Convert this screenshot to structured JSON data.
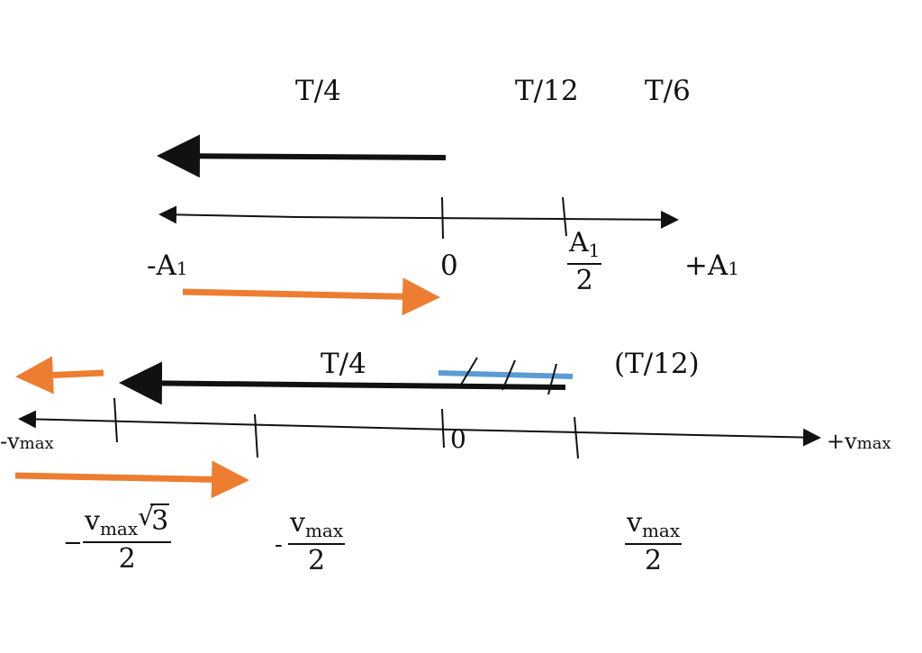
{
  "top_diagram": {
    "time_labels": [
      "T/4",
      "T/12",
      "T/6"
    ],
    "axis_left_label": "-A",
    "axis_left_sub": "1",
    "axis_zero_label": "0",
    "axis_right_label": "+A",
    "axis_right_sub": "1",
    "half_amp_numerator": "A",
    "half_amp_numerator_sub": "1",
    "half_amp_denominator": "2"
  },
  "bottom_diagram": {
    "time_label_left": "T/4",
    "time_label_right": "(T/12)",
    "axis_left_label": "-v",
    "axis_left_sub": "max",
    "axis_zero_label": "0",
    "axis_right_label": "+v",
    "axis_right_sub": "max",
    "frac_neg_sqrt3": {
      "sign": "−",
      "numerator": "v",
      "numerator_sub": "max",
      "root_symbol": "√",
      "root_value": "3",
      "denominator": "2"
    },
    "frac_neg_half": {
      "sign": "-",
      "numerator": "v",
      "numerator_sub": "max",
      "denominator": "2"
    },
    "frac_pos_half": {
      "numerator": "v",
      "numerator_sub": "max",
      "denominator": "2"
    }
  },
  "colors": {
    "axis": "#111111",
    "black_arrow": "#111111",
    "orange_arrow": "#ed7d31",
    "blue_segment": "#5b9bd5"
  }
}
